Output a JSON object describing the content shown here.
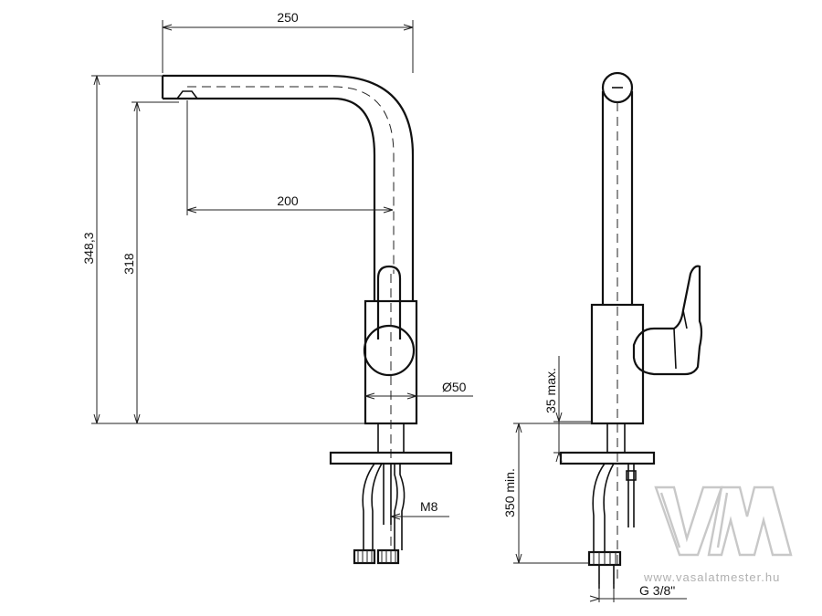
{
  "dimensions": {
    "width_top": "250",
    "spout_reach": "200",
    "total_height": "348,3",
    "spout_height": "318",
    "body_diameter": "Ø50",
    "thread_bolt": "M8",
    "deck_thickness_max": "35 max.",
    "hose_length_min": "350 min.",
    "hose_connection": "G 3/8\""
  },
  "watermark": {
    "logo_text": "VM",
    "website": "www.vasalatmester.hu"
  }
}
